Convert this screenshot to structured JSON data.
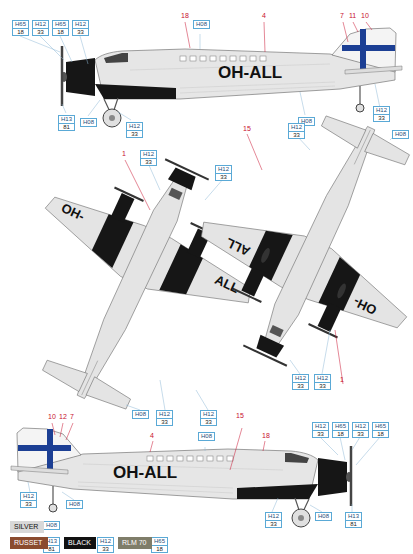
{
  "diagram": {
    "nodes": [
      {
        "text": [
          "H65",
          "18"
        ]
      },
      {
        "text": [
          "H12",
          "33"
        ]
      },
      {
        "text": [
          "H65",
          "18"
        ]
      },
      {
        "text": [
          "H12",
          "33"
        ]
      },
      {
        "text": [
          "H08"
        ]
      },
      {
        "text": [
          "H13",
          "81"
        ]
      },
      {
        "text": [
          "H08"
        ]
      },
      {
        "text": [
          "H12",
          "33"
        ]
      },
      {
        "text": [
          "H08"
        ]
      },
      {
        "text": [
          "H12",
          "33"
        ]
      },
      {
        "text": [
          "H12",
          "33"
        ]
      },
      {
        "text": [
          "H08"
        ]
      },
      {
        "text": [
          "H12",
          "33"
        ]
      },
      {
        "text": [
          "H12",
          "33"
        ]
      },
      {
        "text": [
          "H12",
          "33"
        ]
      },
      {
        "text": [
          "H12",
          "33"
        ]
      },
      {
        "text": [
          "H08"
        ]
      },
      {
        "text": [
          "H12",
          "33"
        ]
      },
      {
        "text": [
          "H12",
          "33"
        ]
      },
      {
        "text": [
          "H08"
        ]
      },
      {
        "text": [
          "H12",
          "33"
        ]
      },
      {
        "text": [
          "H65",
          "18"
        ]
      },
      {
        "text": [
          "H12",
          "33"
        ]
      },
      {
        "text": [
          "H65",
          "18"
        ]
      },
      {
        "text": [
          "H12",
          "33"
        ]
      },
      {
        "text": [
          "H08"
        ]
      },
      {
        "text": [
          "H12",
          "33"
        ]
      },
      {
        "text": [
          "H08"
        ]
      },
      {
        "text": [
          "H13",
          "81"
        ]
      },
      {
        "text": [
          "H08"
        ]
      },
      {
        "text": [
          "H13",
          "81"
        ]
      },
      {
        "text": [
          "H12",
          "33"
        ]
      },
      {
        "text": [
          "H65",
          "18"
        ]
      }
    ],
    "labels": [
      "18",
      "4",
      "7",
      "11",
      "10",
      "OH-ALL",
      "15",
      "1",
      "OH-",
      "ALL",
      "ALL",
      "OH-",
      "1",
      "15",
      "10",
      "12",
      "7",
      "4",
      "18",
      "OH-ALL"
    ],
    "legend": [
      {
        "text": "SILVER",
        "color": "#d8d8d8"
      },
      {
        "text": "RUSSET",
        "color": "#8a4b2e"
      },
      {
        "text": "BLACK",
        "color": "#111111"
      },
      {
        "text": "RLM 70",
        "color": "#7f7d69"
      }
    ]
  }
}
